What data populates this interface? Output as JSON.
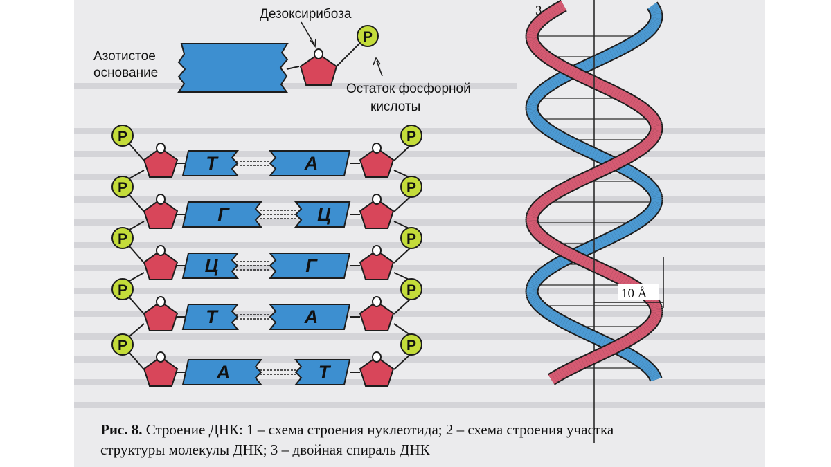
{
  "labels": {
    "panel_number": "3",
    "deoxyribose": "Дезоксирибоза",
    "nitrogen_base_line1": "Азотистое",
    "nitrogen_base_line2": "основание",
    "phosphate_line1": "Остаток фосфорной",
    "phosphate_line2": "кислоты",
    "phosphate_symbol": "P",
    "sugar_oxygen": "O",
    "helix_pitch": "10 Å"
  },
  "base_pairs": [
    {
      "left": "Т",
      "right": "А"
    },
    {
      "left": "Г",
      "right": "Ц"
    },
    {
      "left": "Ц",
      "right": "Г"
    },
    {
      "left": "Т",
      "right": "А"
    },
    {
      "left": "А",
      "right": "Т"
    }
  ],
  "caption": {
    "figure_label": "Рис. 8.",
    "line1": "Строение ДНК: 1 – схема строения нуклеотида; 2 – схема строения участка",
    "line2": "структуры молекулы ДНК; 3 – двойная спираль ДНК"
  },
  "colors": {
    "page": "#ebebed",
    "base_blue": "#3d8fd0",
    "sugar_red": "#d8465a",
    "phosphate_green": "#c4dc3a",
    "helix_blue": "#4c9ad3",
    "helix_pink": "#d55a72"
  }
}
